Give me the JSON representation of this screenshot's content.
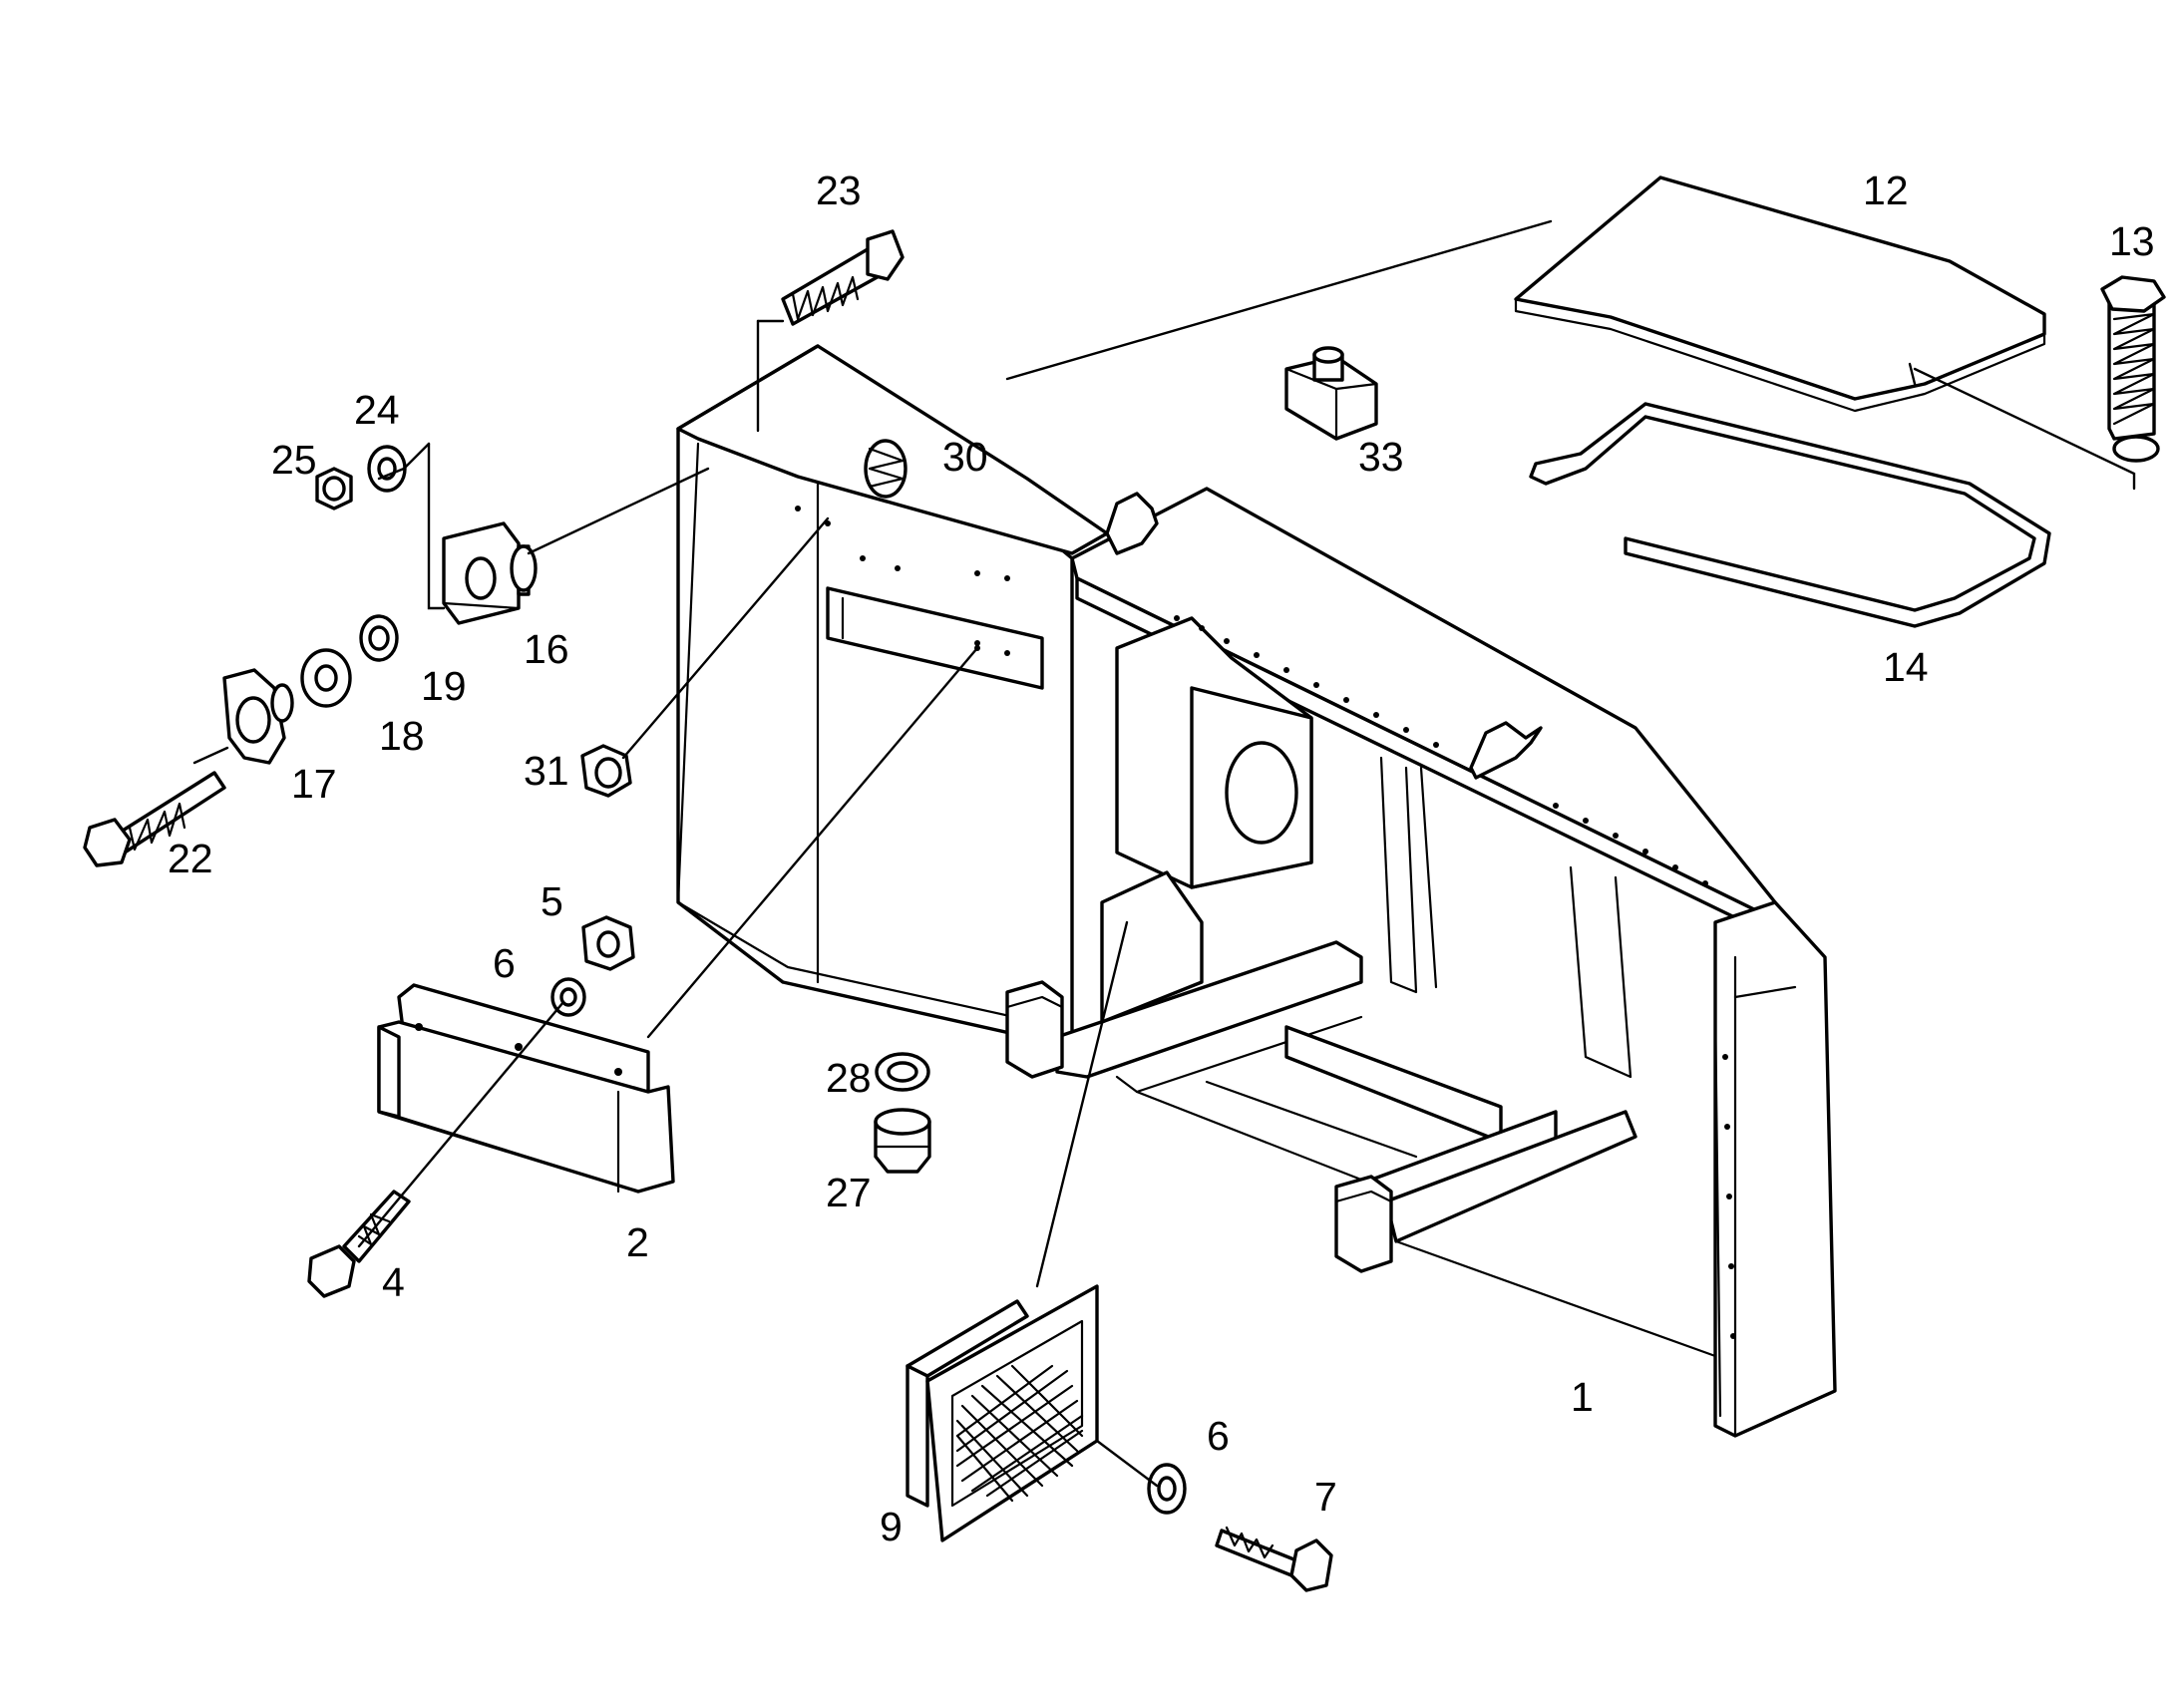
{
  "callouts": {
    "c1": "1",
    "c2": "2",
    "c4": "4",
    "c5": "5",
    "c6a": "6",
    "c6b": "6",
    "c7": "7",
    "c9": "9",
    "c12": "12",
    "c13": "13",
    "c14": "14",
    "c16": "16",
    "c17": "17",
    "c18": "18",
    "c19": "19",
    "c22": "22",
    "c23": "23",
    "c24": "24",
    "c25": "25",
    "c27": "27",
    "c28": "28",
    "c30": "30",
    "c31": "31",
    "c33": "33"
  },
  "colors": {
    "ink": "#000000",
    "paper": "#ffffff"
  }
}
